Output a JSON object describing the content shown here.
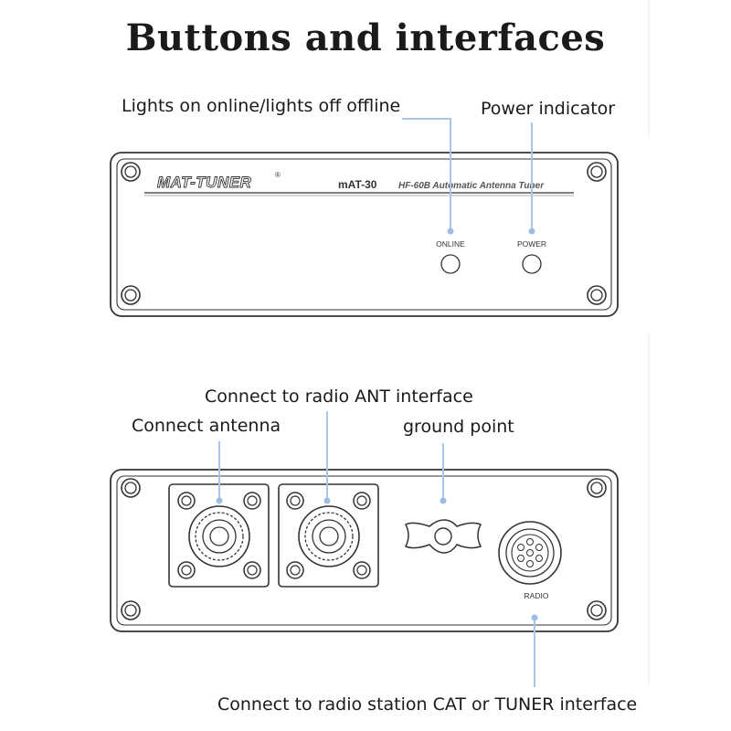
{
  "title": "Buttons and interfaces",
  "front_panel": {
    "brand": "MAT-TUNER",
    "registered": "®",
    "model": "mAT-30",
    "subtitle": "HF-60B Automatic Antenna Tuner",
    "online_label": "ONLINE",
    "power_label": "POWER"
  },
  "rear_panel": {
    "radio_label": "RADIO"
  },
  "callouts": {
    "online": "Lights on online/lights off offline",
    "power": "Power indicator",
    "radio_ant": "Connect to radio ANT interface",
    "antenna": "Connect antenna",
    "ground": "ground point",
    "cat": "Connect to radio station CAT or TUNER interface"
  },
  "colors": {
    "leader": "#a9c6e6",
    "leader_dot": "#9fbde0",
    "panel_stroke": "#3a3a3a"
  }
}
